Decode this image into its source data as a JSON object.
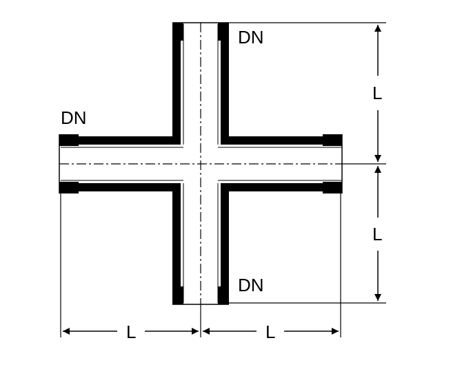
{
  "labels": {
    "dn_top": "DN",
    "dn_left": "DN",
    "dn_bottom": "DN",
    "length_right_upper": "L",
    "length_right_lower": "L",
    "length_bottom_left": "L",
    "length_bottom_right": "L"
  },
  "colors": {
    "ink": "#000000",
    "background": "#ffffff"
  }
}
